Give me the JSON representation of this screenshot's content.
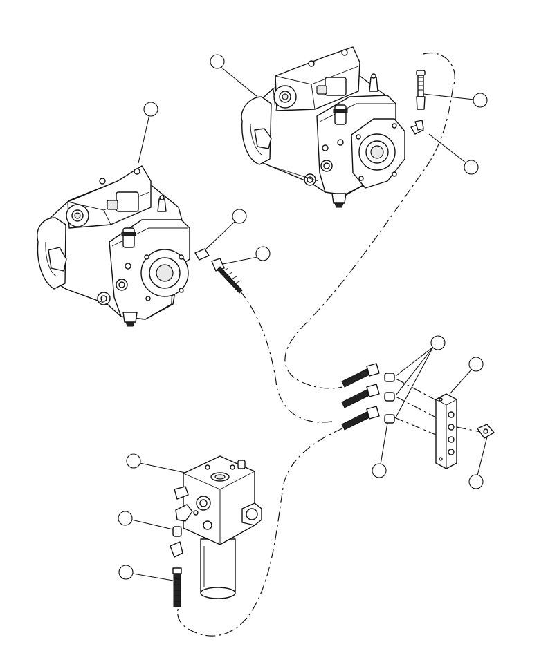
{
  "diagram": {
    "callouts": [
      {
        "id": "c1"
      },
      {
        "id": "c2"
      },
      {
        "id": "c3"
      },
      {
        "id": "c4"
      },
      {
        "id": "c5"
      },
      {
        "id": "c6"
      },
      {
        "id": "c7"
      },
      {
        "id": "c8"
      },
      {
        "id": "c9"
      },
      {
        "id": "c10"
      },
      {
        "id": "c11"
      },
      {
        "id": "c12"
      },
      {
        "id": "c13"
      },
      {
        "id": "c14"
      },
      {
        "id": "c15"
      }
    ]
  }
}
